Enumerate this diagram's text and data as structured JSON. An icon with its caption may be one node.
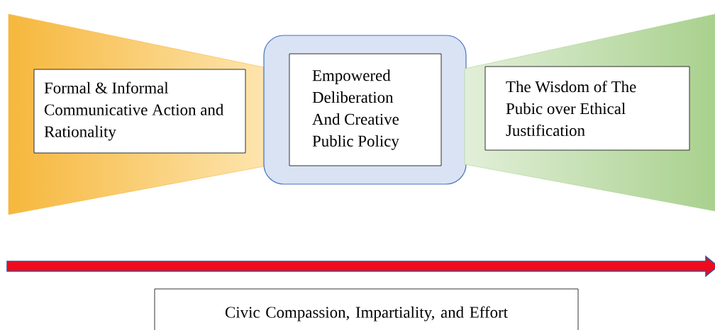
{
  "diagram": {
    "nodes": [
      {
        "text": [],
        "shape": "trapezoid"
      },
      {
        "text": [
          "Formal & Informal Communicative Action and Rationality"
        ],
        "in": 0
      },
      {
        "text": [],
        "shape": "box"
      },
      {
        "text": [
          "Empowered Deliberation And Creative Public Policy"
        ],
        "in": 2
      },
      {
        "text": [],
        "shape": "trapezoid"
      },
      {
        "text": [
          "The Wisdom of The Pubic  over Ethical Justification"
        ],
        "in": 4
      },
      {
        "text": [
          "Civic Compassion, Impartiality, and Effort"
        ]
      }
    ]
  }
}
